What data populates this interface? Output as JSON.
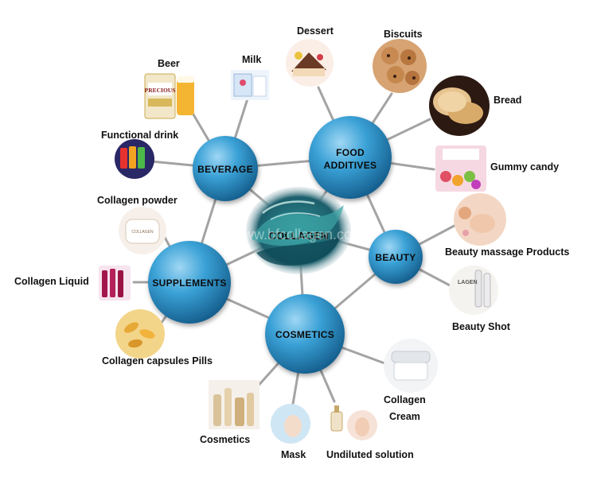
{
  "diagram": {
    "center": {
      "label": "COLLAGEN",
      "watermark": "www.bfcollagen.com"
    },
    "hubs": {
      "beverage": "BEVERAGE",
      "food_additives_line1": "FOOD",
      "food_additives_line2": "ADDITIVES",
      "beauty": "BEAUTY",
      "supplements": "SUPPLEMENTS",
      "cosmetics": "COSMETICS"
    },
    "items": {
      "beer": "Beer",
      "milk": "Milk",
      "functional_drink": "Functional drink",
      "dessert": "Dessert",
      "biscuits": "Biscuits",
      "bread": "Bread",
      "gummy_candy": "Gummy candy",
      "collagen_powder": "Collagen powder",
      "beauty_massage": "Beauty massage Products",
      "collagen_liquid": "Collagen Liquid",
      "beauty_shot": "Beauty Shot",
      "capsules_pills": "Collagen capsules Pills",
      "collagen_cream_line1": "Collagen",
      "collagen_cream_line2": "Cream",
      "cosmetics_item": "Cosmetics",
      "mask": "Mask",
      "undiluted_solution": "Undiluted solution"
    },
    "product_print": {
      "precious": "PRECIOUS",
      "collagen_powder_tub": "COLLAGEN",
      "beauty_shot_box": "LAGEN"
    },
    "colors": {
      "hub": "#2f9ad1",
      "connector": "#9a9a9a",
      "wave": "#1e6f7a"
    }
  }
}
